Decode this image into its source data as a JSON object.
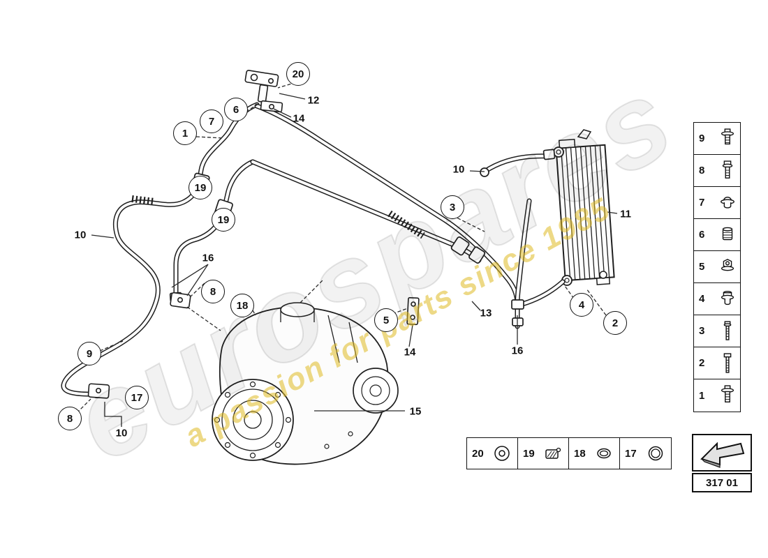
{
  "watermark": {
    "brand": "eurospares",
    "tagline": "a passion for parts since 1985"
  },
  "diagram": {
    "callouts": [
      {
        "label": "1"
      },
      {
        "label": "7"
      },
      {
        "label": "6"
      },
      {
        "label": "20"
      },
      {
        "label": "19"
      },
      {
        "label": "19"
      },
      {
        "label": "8"
      },
      {
        "label": "18"
      },
      {
        "label": "9"
      },
      {
        "label": "8"
      },
      {
        "label": "17"
      },
      {
        "label": "3"
      },
      {
        "label": "5"
      },
      {
        "label": "4"
      },
      {
        "label": "2"
      }
    ],
    "part_labels": [
      {
        "label": "12"
      },
      {
        "label": "14"
      },
      {
        "label": "10"
      },
      {
        "label": "16"
      },
      {
        "label": "10"
      },
      {
        "label": "11"
      },
      {
        "label": "13"
      },
      {
        "label": "14"
      },
      {
        "label": "16"
      },
      {
        "label": "15"
      },
      {
        "label": "10"
      }
    ]
  },
  "sidebar": {
    "items": [
      {
        "label": "9",
        "icon": "flange-bolt-icon"
      },
      {
        "label": "8",
        "icon": "bolt-washer-icon"
      },
      {
        "label": "7",
        "icon": "grommet-icon"
      },
      {
        "label": "6",
        "icon": "sleeve-icon"
      },
      {
        "label": "5",
        "icon": "flange-nut-icon"
      },
      {
        "label": "4",
        "icon": "grommet-stem-icon"
      },
      {
        "label": "3",
        "icon": "screw-icon"
      },
      {
        "label": "2",
        "icon": "long-bolt-icon"
      },
      {
        "label": "1",
        "icon": "flange-bolt-icon"
      }
    ]
  },
  "legend_row": {
    "items": [
      {
        "label": "20",
        "icon": "washer-icon"
      },
      {
        "label": "19",
        "icon": "clip-icon"
      },
      {
        "label": "18",
        "icon": "o-ring-icon"
      },
      {
        "label": "17",
        "icon": "seal-ring-icon"
      }
    ]
  },
  "footer": {
    "part_number": "317 01"
  }
}
